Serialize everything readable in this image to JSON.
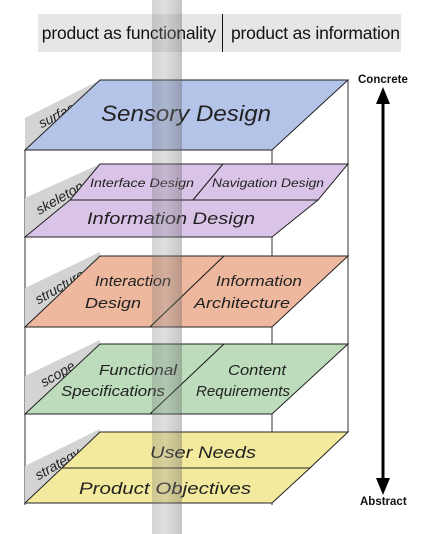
{
  "header": {
    "left": "product as functionality",
    "right": "product as information"
  },
  "axis": {
    "top": "Concrete",
    "bottom": "Abstract"
  },
  "planes": {
    "surface": {
      "tab": "surface",
      "cells": [
        "Sensory Design"
      ]
    },
    "skeleton": {
      "tab": "skeleton",
      "cells": [
        "Interface Design",
        "Navigation Design",
        "Information Design"
      ]
    },
    "structure": {
      "tab": "structure",
      "cells": [
        "Interaction",
        "Design",
        "Information",
        "Architecture"
      ]
    },
    "scope": {
      "tab": "scope",
      "cells": [
        "Functional",
        "Specifications",
        "Content",
        "Requirements"
      ]
    },
    "strategy": {
      "tab": "strategy",
      "cells": [
        "User Needs",
        "Product Objectives"
      ]
    }
  },
  "colors": {
    "surface": "#b4c3e8",
    "skeleton": "#d9c4e8",
    "structure": "#eeb89e",
    "scope": "#bcdcbc",
    "strategy": "#f3ea9e",
    "header_bg": "#e6e6e6",
    "tab_bg": "#d3d3d3"
  }
}
